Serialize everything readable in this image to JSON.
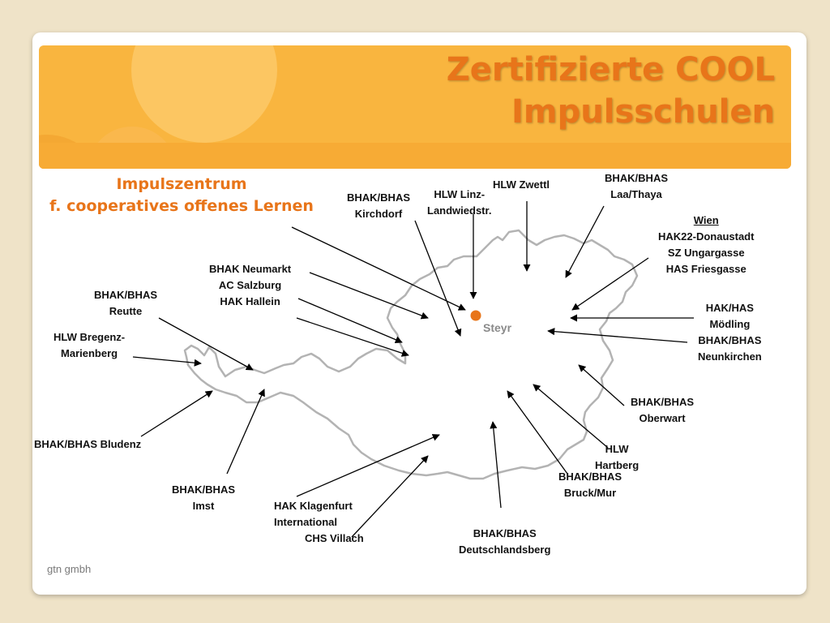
{
  "slide": {
    "title_lines": [
      "Zertifizierte COOL",
      "Impulsschulen"
    ],
    "subtitle_lines": [
      "Impulszentrum",
      "f. cooperatives offenes Lernen"
    ],
    "footer": "gtn gmbh",
    "city_label": "Steyr"
  },
  "colors": {
    "title": "#e8751a",
    "banner": "#f9b53f",
    "city_marker": "#e8751a",
    "border": "#b3b3b3"
  },
  "labels": {
    "zwettl": [
      "HLW Zwettl"
    ],
    "laa": [
      "BHAK/BHAS",
      "Laa/Thaya"
    ],
    "linz": [
      "HLW Linz-",
      "Landwiedstr."
    ],
    "kirchdorf": [
      "BHAK/BHAS",
      "Kirchdorf"
    ],
    "wien": [
      "Wien",
      "HAK22-Donaustadt",
      "SZ Ungargasse",
      "HAS Friesgasse"
    ],
    "salzburg": [
      "BHAK Neumarkt",
      "AC Salzburg",
      "HAK Hallein"
    ],
    "reutte": [
      "BHAK/BHAS",
      "Reutte"
    ],
    "bregenz": [
      "HLW Bregenz-",
      "Marienberg"
    ],
    "moedling": [
      "HAK/HAS",
      "Mödling",
      "BHAK/BHAS",
      "Neunkirchen"
    ],
    "oberwart": [
      "BHAK/BHAS",
      "Oberwart"
    ],
    "hartberg": [
      "HLW",
      "Hartberg"
    ],
    "bruck": [
      "BHAK/BHAS",
      "Bruck/Mur"
    ],
    "bludenz": [
      "BHAK/BHAS Bludenz"
    ],
    "imst": [
      "BHAK/BHAS",
      "Imst"
    ],
    "klagenfurt": [
      "HAK Klagenfurt",
      "International",
      "CHS Villach"
    ],
    "deutschlandsberg": [
      "BHAK/BHAS",
      "Deutschlandsberg"
    ]
  }
}
